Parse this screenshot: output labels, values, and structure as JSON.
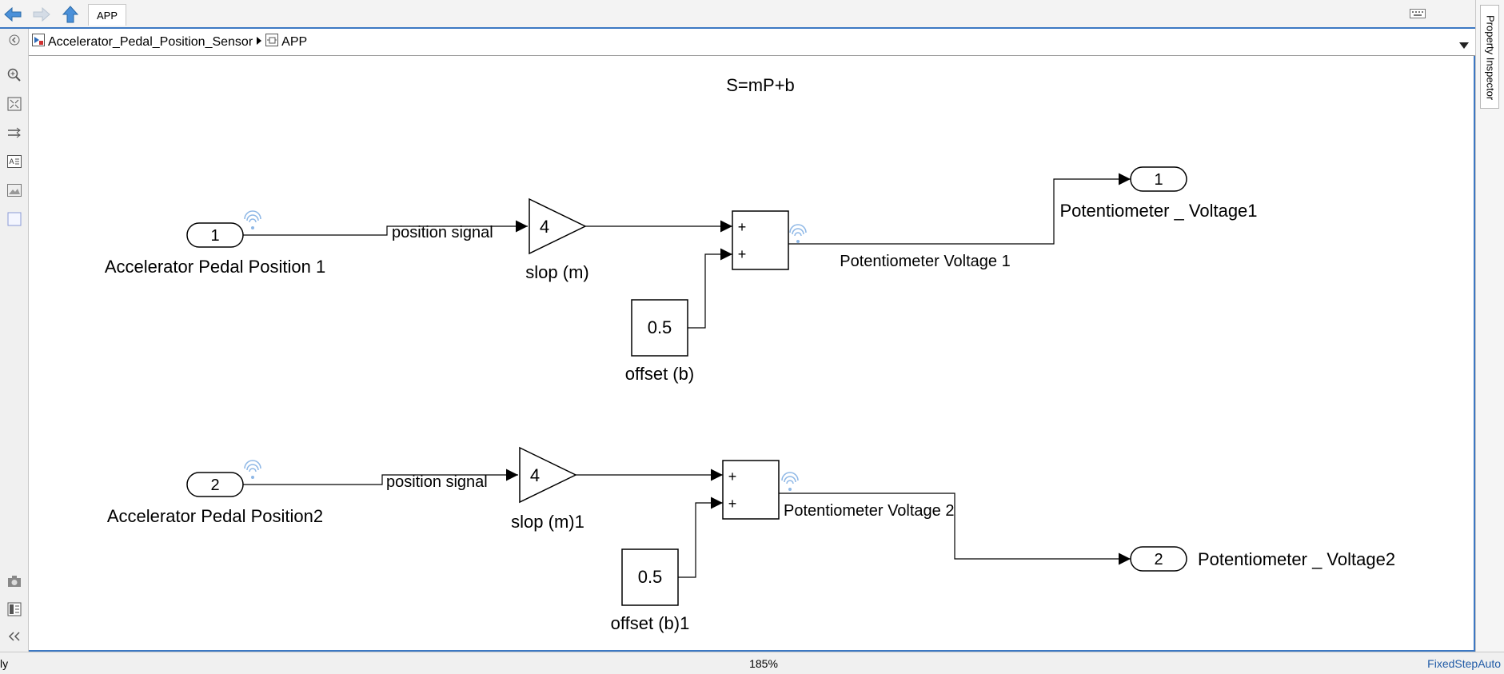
{
  "tab": {
    "label": "APP"
  },
  "breadcrumb": {
    "root": "Accelerator_Pedal_Position_Sensor",
    "current": "APP"
  },
  "property_inspector": {
    "label": "Property Inspector"
  },
  "model": {
    "annotation": "S=mP+b",
    "row1": {
      "inport_number": "1",
      "inport_label": "Accelerator Pedal Position 1",
      "signal_label": "position signal",
      "gain_value": "4",
      "gain_label": "slop (m)",
      "sum_sign_1": "+",
      "sum_sign_2": "+",
      "const_value": "0.5",
      "const_label": "offset (b)",
      "sum_signal_label": "Potentiometer Voltage 1",
      "outport_number": "1",
      "outport_label": "Potentiometer _ Voltage1"
    },
    "row2": {
      "inport_number": "2",
      "inport_label": "Accelerator Pedal Position2",
      "signal_label": "position signal",
      "gain_value": "4",
      "gain_label": "slop (m)1",
      "sum_sign_1": "+",
      "sum_sign_2": "+",
      "const_value": "0.5",
      "const_label": "offset (b)1",
      "sum_signal_label": "Potentiometer Voltage 2",
      "outport_number": "2",
      "outport_label": "Potentiometer _ Voltage2"
    }
  },
  "status": {
    "left": "ly",
    "zoom": "185%",
    "solver": "FixedStepAuto"
  },
  "colors": {
    "accent": "#3c78c3",
    "icon_blue": "#4a90d9",
    "signal_antenna": "#8fb8e6"
  }
}
